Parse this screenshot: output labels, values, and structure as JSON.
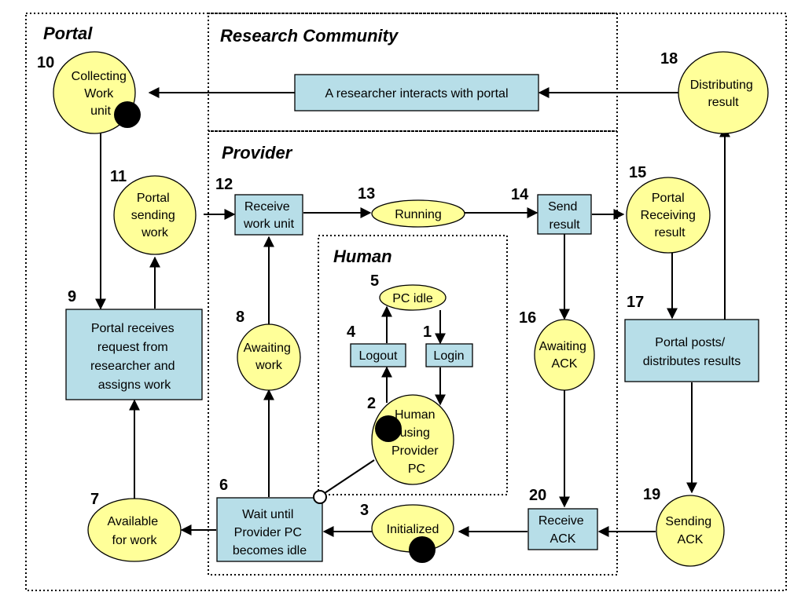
{
  "regions": {
    "portal": "Portal",
    "research": "Research Community",
    "provider": "Provider",
    "human": "Human"
  },
  "nodes": {
    "n1": {
      "num": "1",
      "lines": [
        "Login"
      ]
    },
    "n2": {
      "num": "2",
      "lines": [
        "Human",
        "using",
        "Provider",
        "PC"
      ]
    },
    "n3": {
      "num": "3",
      "lines": [
        "Initialized"
      ]
    },
    "n4": {
      "num": "4",
      "lines": [
        "Logout"
      ]
    },
    "n5": {
      "num": "5",
      "lines": [
        "PC idle"
      ]
    },
    "n6": {
      "num": "6",
      "lines": [
        "Wait until",
        "Provider PC",
        "becomes idle"
      ]
    },
    "n7": {
      "num": "7",
      "lines": [
        "Available",
        "for work"
      ]
    },
    "n8": {
      "num": "8",
      "lines": [
        "Awaiting",
        "work"
      ]
    },
    "n9": {
      "num": "9",
      "lines": [
        "Portal receives",
        "request from",
        "researcher and",
        "assigns work"
      ]
    },
    "n10": {
      "num": "10",
      "lines": [
        "Collecting",
        "Work",
        "unit"
      ]
    },
    "n11": {
      "num": "11",
      "lines": [
        "Portal",
        "sending",
        "work"
      ]
    },
    "n12": {
      "num": "12",
      "lines": [
        "Receive",
        "work unit"
      ]
    },
    "n13": {
      "num": "13",
      "lines": [
        "Running"
      ]
    },
    "n14": {
      "num": "14",
      "lines": [
        "Send",
        "result"
      ]
    },
    "n15": {
      "num": "15",
      "lines": [
        "Portal",
        "Receiving",
        "result"
      ]
    },
    "n16": {
      "num": "16",
      "lines": [
        "Awaiting",
        "ACK"
      ]
    },
    "n17": {
      "num": "17",
      "lines": [
        "Portal posts/",
        "distributes results"
      ]
    },
    "n18": {
      "num": "18",
      "lines": [
        "Distributing",
        "result"
      ]
    },
    "n19": {
      "num": "19",
      "lines": [
        "Sending",
        "ACK"
      ]
    },
    "n20": {
      "num": "20",
      "lines": [
        "Receive",
        "ACK"
      ]
    },
    "researcher": {
      "num": "",
      "lines": [
        "A researcher interacts with portal"
      ]
    }
  },
  "colors": {
    "state_fill": "#ffff99",
    "transition_fill": "#b7dee8",
    "token": "#000000"
  }
}
